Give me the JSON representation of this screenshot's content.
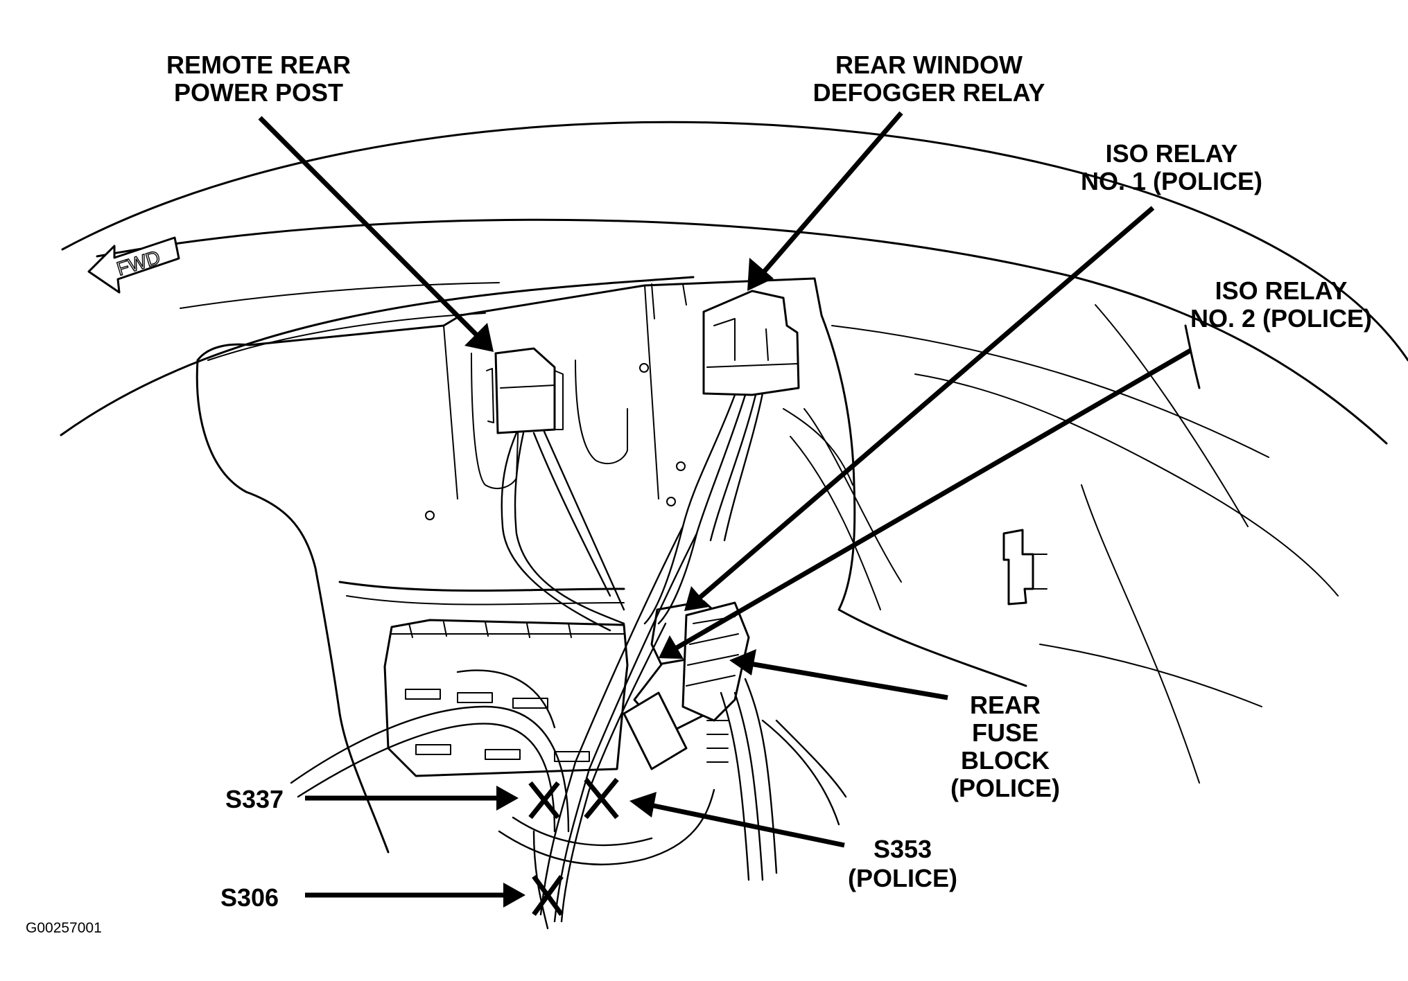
{
  "callouts": {
    "remote_rear_power_post": [
      "REMOTE REAR",
      "POWER POST"
    ],
    "rear_window_defogger_relay": [
      "REAR WINDOW",
      "DEFOGGER RELAY"
    ],
    "iso_relay_1": [
      "ISO RELAY",
      "NO. 1 (POLICE)"
    ],
    "iso_relay_2": [
      "ISO RELAY",
      "NO. 2 (POLICE)"
    ],
    "rear_fuse_block": [
      "REAR",
      "FUSE",
      "BLOCK",
      "(POLICE)"
    ],
    "s353": [
      "S353",
      "(POLICE)"
    ],
    "s337": "S337",
    "s306": "S306"
  },
  "direction_marker": "FWD",
  "figure_id": "G00257001"
}
